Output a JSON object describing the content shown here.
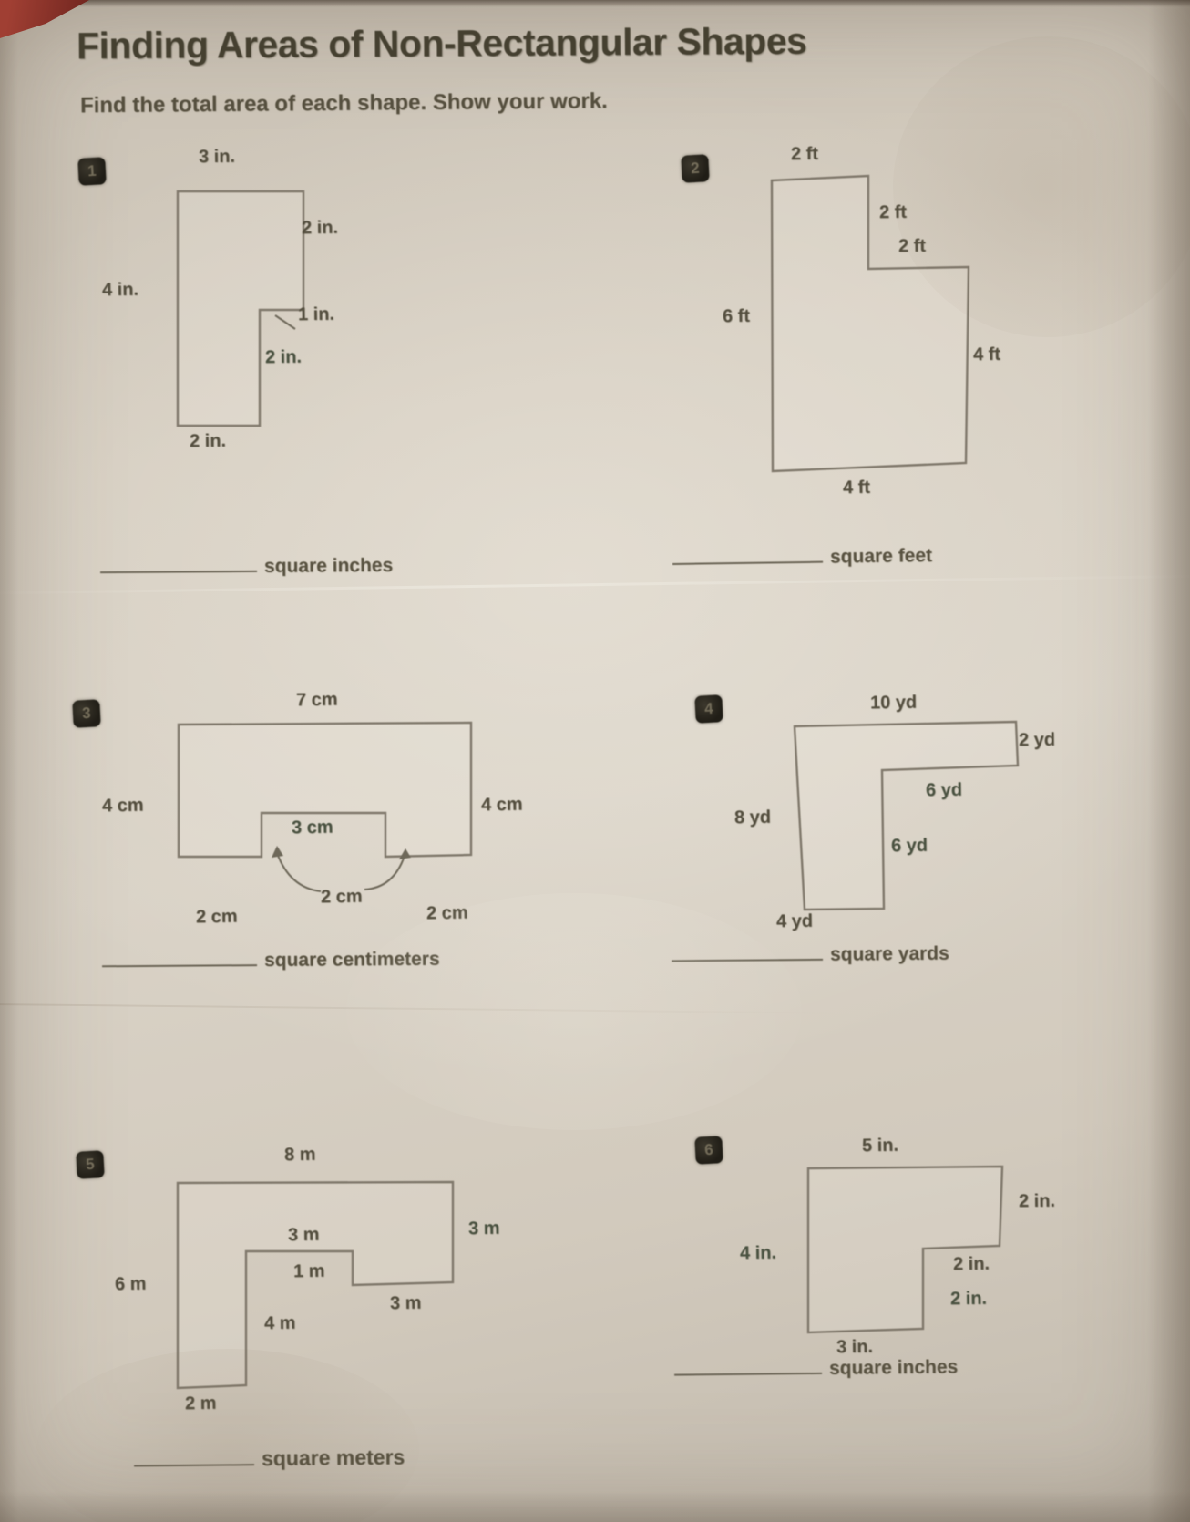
{
  "header": {
    "title": "Finding Areas of Non-Rectangular Shapes",
    "subtitle": "Find the total area of each shape. Show your work."
  },
  "problems": [
    {
      "number": "1",
      "labels": [
        "3 in.",
        "2 in.",
        "4 in.",
        "1 in.",
        "2 in.",
        "2 in."
      ],
      "answer_unit": "square inches"
    },
    {
      "number": "2",
      "labels": [
        "2 ft",
        "2 ft",
        "2 ft",
        "6 ft",
        "4 ft",
        "4 ft"
      ],
      "answer_unit": "square feet"
    },
    {
      "number": "3",
      "labels": [
        "7 cm",
        "4 cm",
        "4 cm",
        "3 cm",
        "2 cm",
        "2 cm",
        "2 cm"
      ],
      "answer_unit": "square centimeters"
    },
    {
      "number": "4",
      "labels": [
        "10 yd",
        "2 yd",
        "6 yd",
        "6 yd",
        "8 yd",
        "4 yd"
      ],
      "answer_unit": "square yards"
    },
    {
      "number": "5",
      "labels": [
        "8 m",
        "3 m",
        "3 m",
        "1 m",
        "3 m",
        "6 m",
        "4 m",
        "2 m"
      ],
      "answer_unit": "square meters"
    },
    {
      "number": "6",
      "labels": [
        "5 in.",
        "2 in.",
        "2 in.",
        "2 in.",
        "4 in.",
        "3 in."
      ],
      "answer_unit": "square inches"
    }
  ]
}
